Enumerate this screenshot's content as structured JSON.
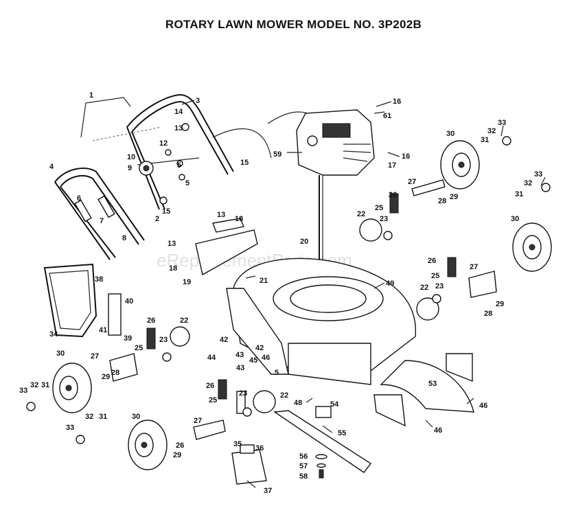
{
  "title": "ROTARY LAWN MOWER MODEL NO.  3P202B",
  "watermark": "eReplacementParts.com",
  "callouts": [
    {
      "id": "c1",
      "text": "1"
    },
    {
      "id": "c3",
      "text": "3"
    },
    {
      "id": "c14",
      "text": "14"
    },
    {
      "id": "c13a",
      "text": "13"
    },
    {
      "id": "c12",
      "text": "12"
    },
    {
      "id": "c10",
      "text": "10"
    },
    {
      "id": "c9",
      "text": "9"
    },
    {
      "id": "c5a",
      "text": "5"
    },
    {
      "id": "c5b",
      "text": "5"
    },
    {
      "id": "c4",
      "text": "4"
    },
    {
      "id": "c6",
      "text": "6"
    },
    {
      "id": "c7",
      "text": "7"
    },
    {
      "id": "c8",
      "text": "8"
    },
    {
      "id": "c2",
      "text": "2"
    },
    {
      "id": "c15a",
      "text": "15"
    },
    {
      "id": "c15b",
      "text": "15"
    },
    {
      "id": "c16a",
      "text": "16"
    },
    {
      "id": "c61",
      "text": "61"
    },
    {
      "id": "c59",
      "text": "59"
    },
    {
      "id": "c17",
      "text": "17"
    },
    {
      "id": "c16b",
      "text": "16"
    },
    {
      "id": "c30a",
      "text": "30"
    },
    {
      "id": "c32a",
      "text": "32"
    },
    {
      "id": "c33a",
      "text": "33"
    },
    {
      "id": "c31a",
      "text": "31"
    },
    {
      "id": "c33b",
      "text": "33"
    },
    {
      "id": "c32b",
      "text": "32"
    },
    {
      "id": "c31b",
      "text": "31"
    },
    {
      "id": "c26a",
      "text": "26"
    },
    {
      "id": "c27a",
      "text": "27"
    },
    {
      "id": "c25a",
      "text": "25"
    },
    {
      "id": "c28a",
      "text": "28"
    },
    {
      "id": "c29a",
      "text": "29"
    },
    {
      "id": "c22a",
      "text": "22"
    },
    {
      "id": "c23a",
      "text": "23"
    },
    {
      "id": "c30b",
      "text": "30"
    },
    {
      "id": "c13b",
      "text": "13"
    },
    {
      "id": "c18a",
      "text": "18"
    },
    {
      "id": "c20",
      "text": "20"
    },
    {
      "id": "c13c",
      "text": "13"
    },
    {
      "id": "c18b",
      "text": "18"
    },
    {
      "id": "c19",
      "text": "19"
    },
    {
      "id": "c21",
      "text": "21"
    },
    {
      "id": "c49",
      "text": "49"
    },
    {
      "id": "c26b",
      "text": "26"
    },
    {
      "id": "c27b",
      "text": "27"
    },
    {
      "id": "c25b",
      "text": "25"
    },
    {
      "id": "c23b",
      "text": "23"
    },
    {
      "id": "c22b",
      "text": "22"
    },
    {
      "id": "c29b",
      "text": "29"
    },
    {
      "id": "c28b",
      "text": "28"
    },
    {
      "id": "c38",
      "text": "38"
    },
    {
      "id": "c40",
      "text": "40"
    },
    {
      "id": "c34",
      "text": "34"
    },
    {
      "id": "c41",
      "text": "41"
    },
    {
      "id": "c39",
      "text": "39"
    },
    {
      "id": "c26c",
      "text": "26"
    },
    {
      "id": "c22c",
      "text": "22"
    },
    {
      "id": "c23c",
      "text": "23"
    },
    {
      "id": "c25c",
      "text": "25"
    },
    {
      "id": "c42a",
      "text": "42"
    },
    {
      "id": "c42b",
      "text": "42"
    },
    {
      "id": "c44",
      "text": "44"
    },
    {
      "id": "c43a",
      "text": "43"
    },
    {
      "id": "c45",
      "text": "45"
    },
    {
      "id": "c46a",
      "text": "46"
    },
    {
      "id": "c43b",
      "text": "43"
    },
    {
      "id": "c5c",
      "text": "5"
    },
    {
      "id": "c30c",
      "text": "30"
    },
    {
      "id": "c27c",
      "text": "27"
    },
    {
      "id": "c28c",
      "text": "28"
    },
    {
      "id": "c29c",
      "text": "29"
    },
    {
      "id": "c33c",
      "text": "33"
    },
    {
      "id": "c32c",
      "text": "32"
    },
    {
      "id": "c31c",
      "text": "31"
    },
    {
      "id": "c26d",
      "text": "26"
    },
    {
      "id": "c25d",
      "text": "25"
    },
    {
      "id": "c23d",
      "text": "23"
    },
    {
      "id": "c22d",
      "text": "22"
    },
    {
      "id": "c48",
      "text": "48"
    },
    {
      "id": "c54",
      "text": "54"
    },
    {
      "id": "c53",
      "text": "53"
    },
    {
      "id": "c46b",
      "text": "46"
    },
    {
      "id": "c46c",
      "text": "46"
    },
    {
      "id": "c33d",
      "text": "33"
    },
    {
      "id": "c32d",
      "text": "32"
    },
    {
      "id": "c31d",
      "text": "31"
    },
    {
      "id": "c30d",
      "text": "30"
    },
    {
      "id": "c27d",
      "text": "27"
    },
    {
      "id": "c26e",
      "text": "26"
    },
    {
      "id": "c29d",
      "text": "29"
    },
    {
      "id": "c55",
      "text": "55"
    },
    {
      "id": "c35",
      "text": "35"
    },
    {
      "id": "c36",
      "text": "36"
    },
    {
      "id": "c37",
      "text": "37"
    },
    {
      "id": "c56",
      "text": "56"
    },
    {
      "id": "c57",
      "text": "57"
    },
    {
      "id": "c58",
      "text": "58"
    }
  ]
}
